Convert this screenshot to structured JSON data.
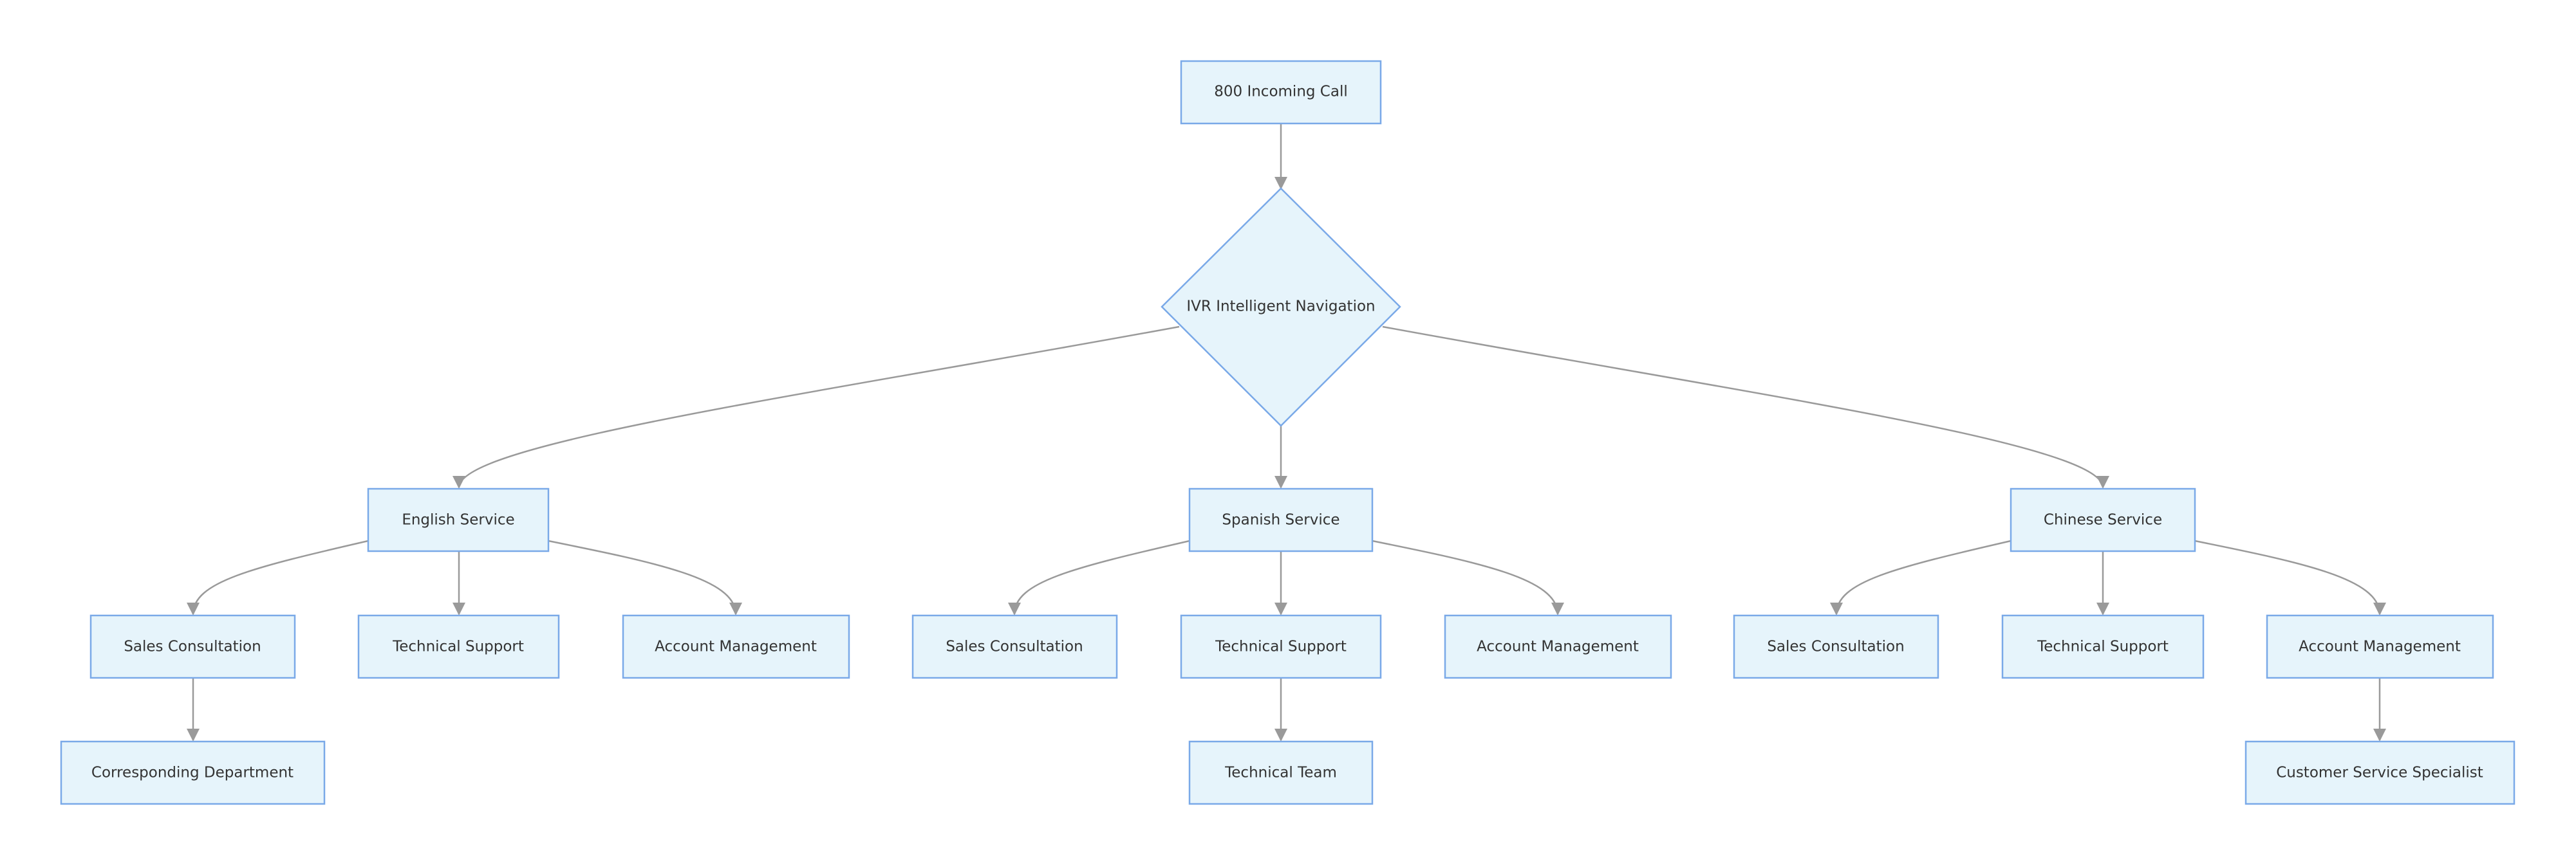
{
  "diagram": {
    "type": "flowchart",
    "colors": {
      "node_fill": "#e6f4fb",
      "node_border": "#7aa9e8",
      "edge": "#9a9a9a",
      "text": "#333333"
    },
    "nodes": {
      "incoming_call": "800 Incoming Call",
      "ivr": "IVR Intelligent Navigation",
      "english": "English Service",
      "spanish": "Spanish Service",
      "chinese": "Chinese Service",
      "en_sales": "Sales Consultation",
      "en_tech": "Technical Support",
      "en_account": "Account Management",
      "es_sales": "Sales Consultation",
      "es_tech": "Technical Support",
      "es_account": "Account Management",
      "zh_sales": "Sales Consultation",
      "zh_tech": "Technical Support",
      "zh_account": "Account Management",
      "corresponding_dept": "Corresponding Department",
      "technical_team": "Technical Team",
      "cs_specialist": "Customer Service Specialist"
    },
    "edges": [
      [
        "incoming_call",
        "ivr"
      ],
      [
        "ivr",
        "english"
      ],
      [
        "ivr",
        "spanish"
      ],
      [
        "ivr",
        "chinese"
      ],
      [
        "english",
        "en_sales"
      ],
      [
        "english",
        "en_tech"
      ],
      [
        "english",
        "en_account"
      ],
      [
        "spanish",
        "es_sales"
      ],
      [
        "spanish",
        "es_tech"
      ],
      [
        "spanish",
        "es_account"
      ],
      [
        "chinese",
        "zh_sales"
      ],
      [
        "chinese",
        "zh_tech"
      ],
      [
        "chinese",
        "zh_account"
      ],
      [
        "en_sales",
        "corresponding_dept"
      ],
      [
        "es_tech",
        "technical_team"
      ],
      [
        "zh_account",
        "cs_specialist"
      ]
    ]
  }
}
